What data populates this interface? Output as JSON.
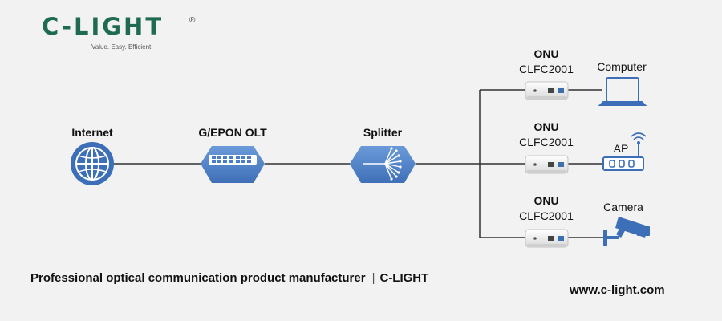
{
  "logo": {
    "name": "C-LIGHT",
    "registered": "®",
    "slogan": "Value. Easy. Efficient"
  },
  "nodes": {
    "internet": "Internet",
    "olt": "G/EPON OLT",
    "splitter": "Splitter"
  },
  "onus": [
    {
      "title": "ONU",
      "model": "CLFC2001",
      "device": "Computer"
    },
    {
      "title": "ONU",
      "model": "CLFC2001",
      "device": "AP"
    },
    {
      "title": "ONU",
      "model": "CLFC2001",
      "device": "Camera"
    }
  ],
  "footer": {
    "tagline": "Professional optical communication product manufacturer",
    "separator": "|",
    "brand": "C-LIGHT",
    "website": "www.c-light.com"
  },
  "colors": {
    "brand": "#1f6b52",
    "node_fill": "#4a7fc7",
    "line": "#333333",
    "icon": "#3d6fb8"
  }
}
